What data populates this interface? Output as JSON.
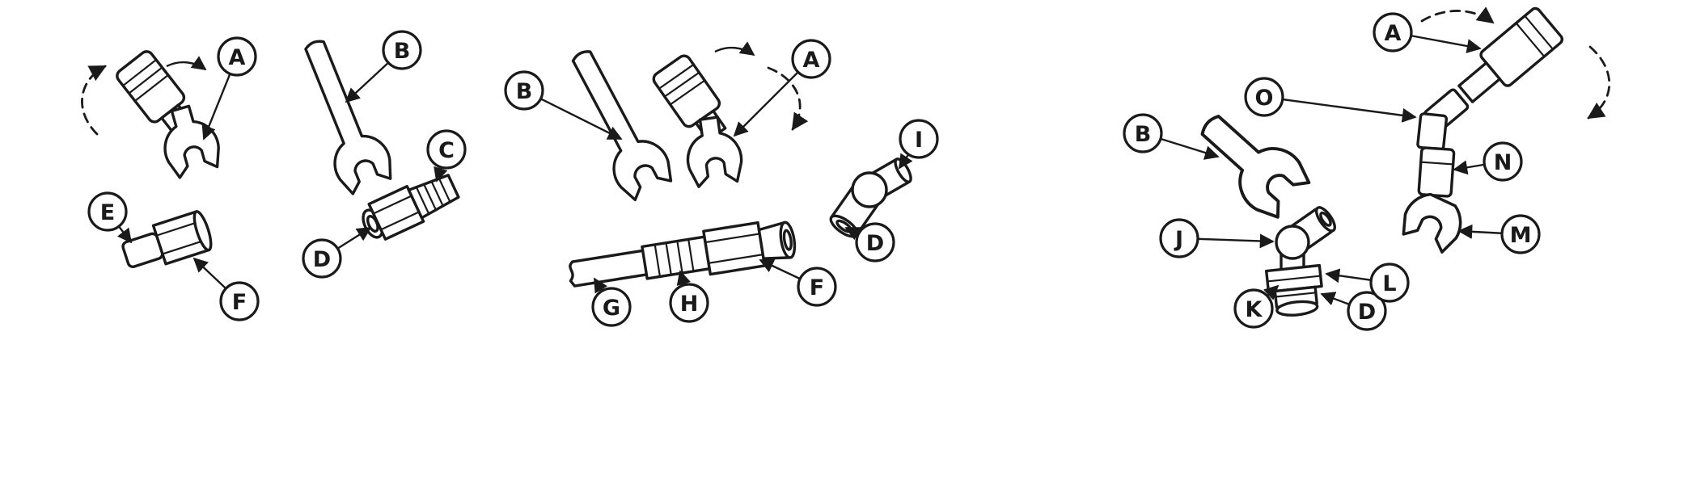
{
  "figure": {
    "background_color": "#ffffff",
    "line_color": "#1a1a1a",
    "panels": [
      {
        "name": "straight-fitting-two-wrenches",
        "callouts": [
          "A",
          "B",
          "C",
          "D",
          "E",
          "F"
        ]
      },
      {
        "name": "tube-union-and-elbow",
        "callouts": [
          "A",
          "B",
          "D",
          "F",
          "G",
          "H",
          "I"
        ]
      },
      {
        "name": "elbow-with-crowfoot-and-driver",
        "callouts": [
          "A",
          "B",
          "D",
          "J",
          "K",
          "L",
          "M",
          "N",
          "O"
        ]
      }
    ]
  }
}
